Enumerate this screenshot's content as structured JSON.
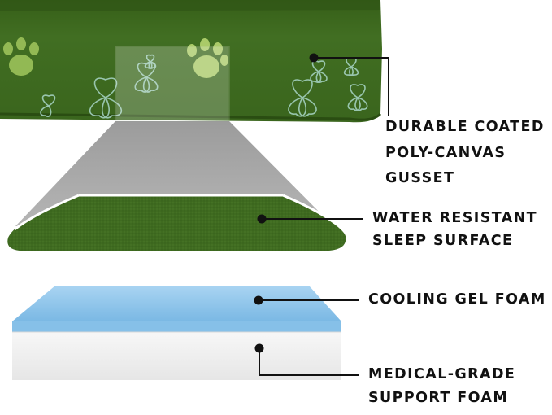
{
  "callouts": {
    "gusset": {
      "line1": "DURABLE COATED",
      "line2": "POLY-CANVAS",
      "line3": "GUSSET"
    },
    "sleep_surface": {
      "line1": "WATER RESISTANT",
      "line2": "SLEEP SURFACE"
    },
    "gel_foam": {
      "line1": "COOLING GEL FOAM"
    },
    "support_foam": {
      "line1": "MEDICAL-GRADE",
      "line2": "SUPPORT FOAM"
    }
  },
  "colors": {
    "canvas_green": "#3f6b20",
    "canvas_green_dark": "#2f5518",
    "paw_print": "#9cc25a",
    "clover_outline": "#a9d6c8",
    "gel_blue": "#8fc6ea",
    "support_foam": "#f1f1f1",
    "magnifier_gray": "#8f8f8f",
    "callout_line": "#111111"
  },
  "icons": [
    "paw-print-icon",
    "clover-pattern-icon"
  ]
}
